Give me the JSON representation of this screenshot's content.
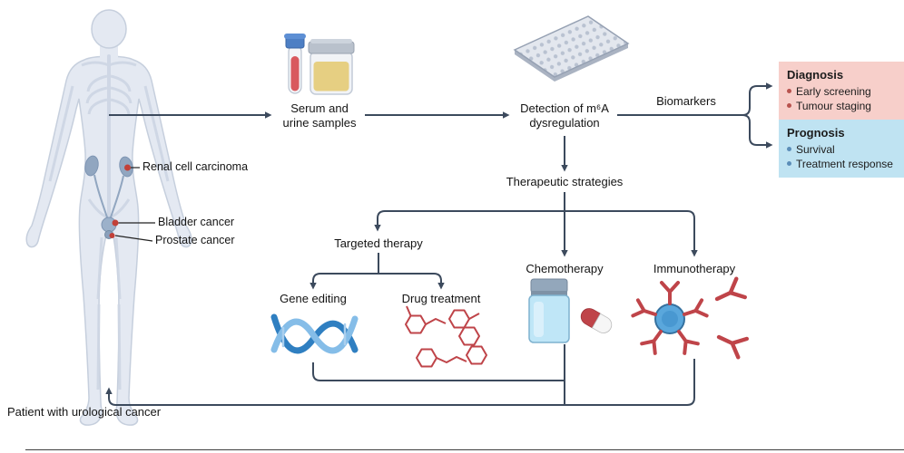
{
  "figure": {
    "caption": "Patient with urological cancer",
    "annotations": {
      "renal": "Renal cell carcinoma",
      "bladder": "Bladder cancer",
      "prostate": "Prostate cancer"
    }
  },
  "pipeline": {
    "samples": "Serum and urine samples",
    "detection": "Detection of m⁶A dysregulation",
    "biomarkers": "Biomarkers",
    "therapeutic": "Therapeutic strategies",
    "targeted": "Targeted therapy",
    "gene_editing": "Gene editing",
    "drug_treatment": "Drug treatment",
    "chemotherapy": "Chemotherapy",
    "immunotherapy": "Immunotherapy"
  },
  "outcomes": {
    "diagnosis": {
      "title": "Diagnosis",
      "items": [
        "Early screening",
        "Tumour staging"
      ]
    },
    "prognosis": {
      "title": "Prognosis",
      "items": [
        "Survival",
        "Treatment response"
      ]
    }
  },
  "icons": {
    "test_tube": "test-tube-icon",
    "sample_jar": "urine-sample-jar-icon",
    "well_plate": "microplate-icon",
    "dna": "dna-helix-icon",
    "molecules": "drug-molecules-icon",
    "pill_bottle": "pill-bottle-icon",
    "capsule": "capsule-icon",
    "immune_cell": "immune-cell-antibody-icon",
    "antibody": "antibody-icon"
  },
  "colors": {
    "arrow": "#3c4a5d",
    "diagnosis_bg": "#f7cfca",
    "diagnosis_bullet": "#b8534e",
    "prognosis_bg": "#bfe3f2",
    "prognosis_bullet": "#5b8db8",
    "body_fill": "#e4e9f2",
    "tumor": "#c24038",
    "blood": "#d9595e",
    "urine": "#e6cf82",
    "dna_blue": "#2f7fc1",
    "molecule_red": "#bf4449"
  }
}
